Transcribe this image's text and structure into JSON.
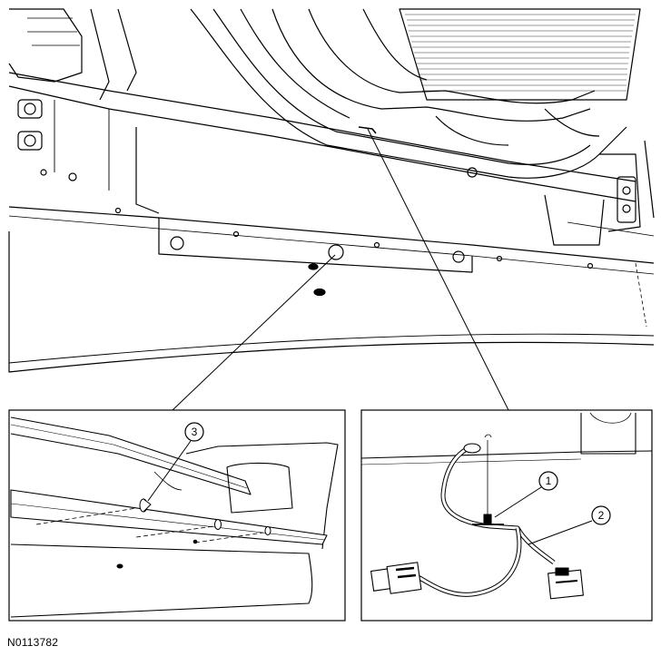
{
  "figure_id": "N0113782",
  "callouts": [
    {
      "number": "1"
    },
    {
      "number": "2"
    },
    {
      "number": "3"
    }
  ],
  "colors": {
    "line": "#000000",
    "fill": "#ffffff",
    "shade": "#dcdcdc"
  }
}
